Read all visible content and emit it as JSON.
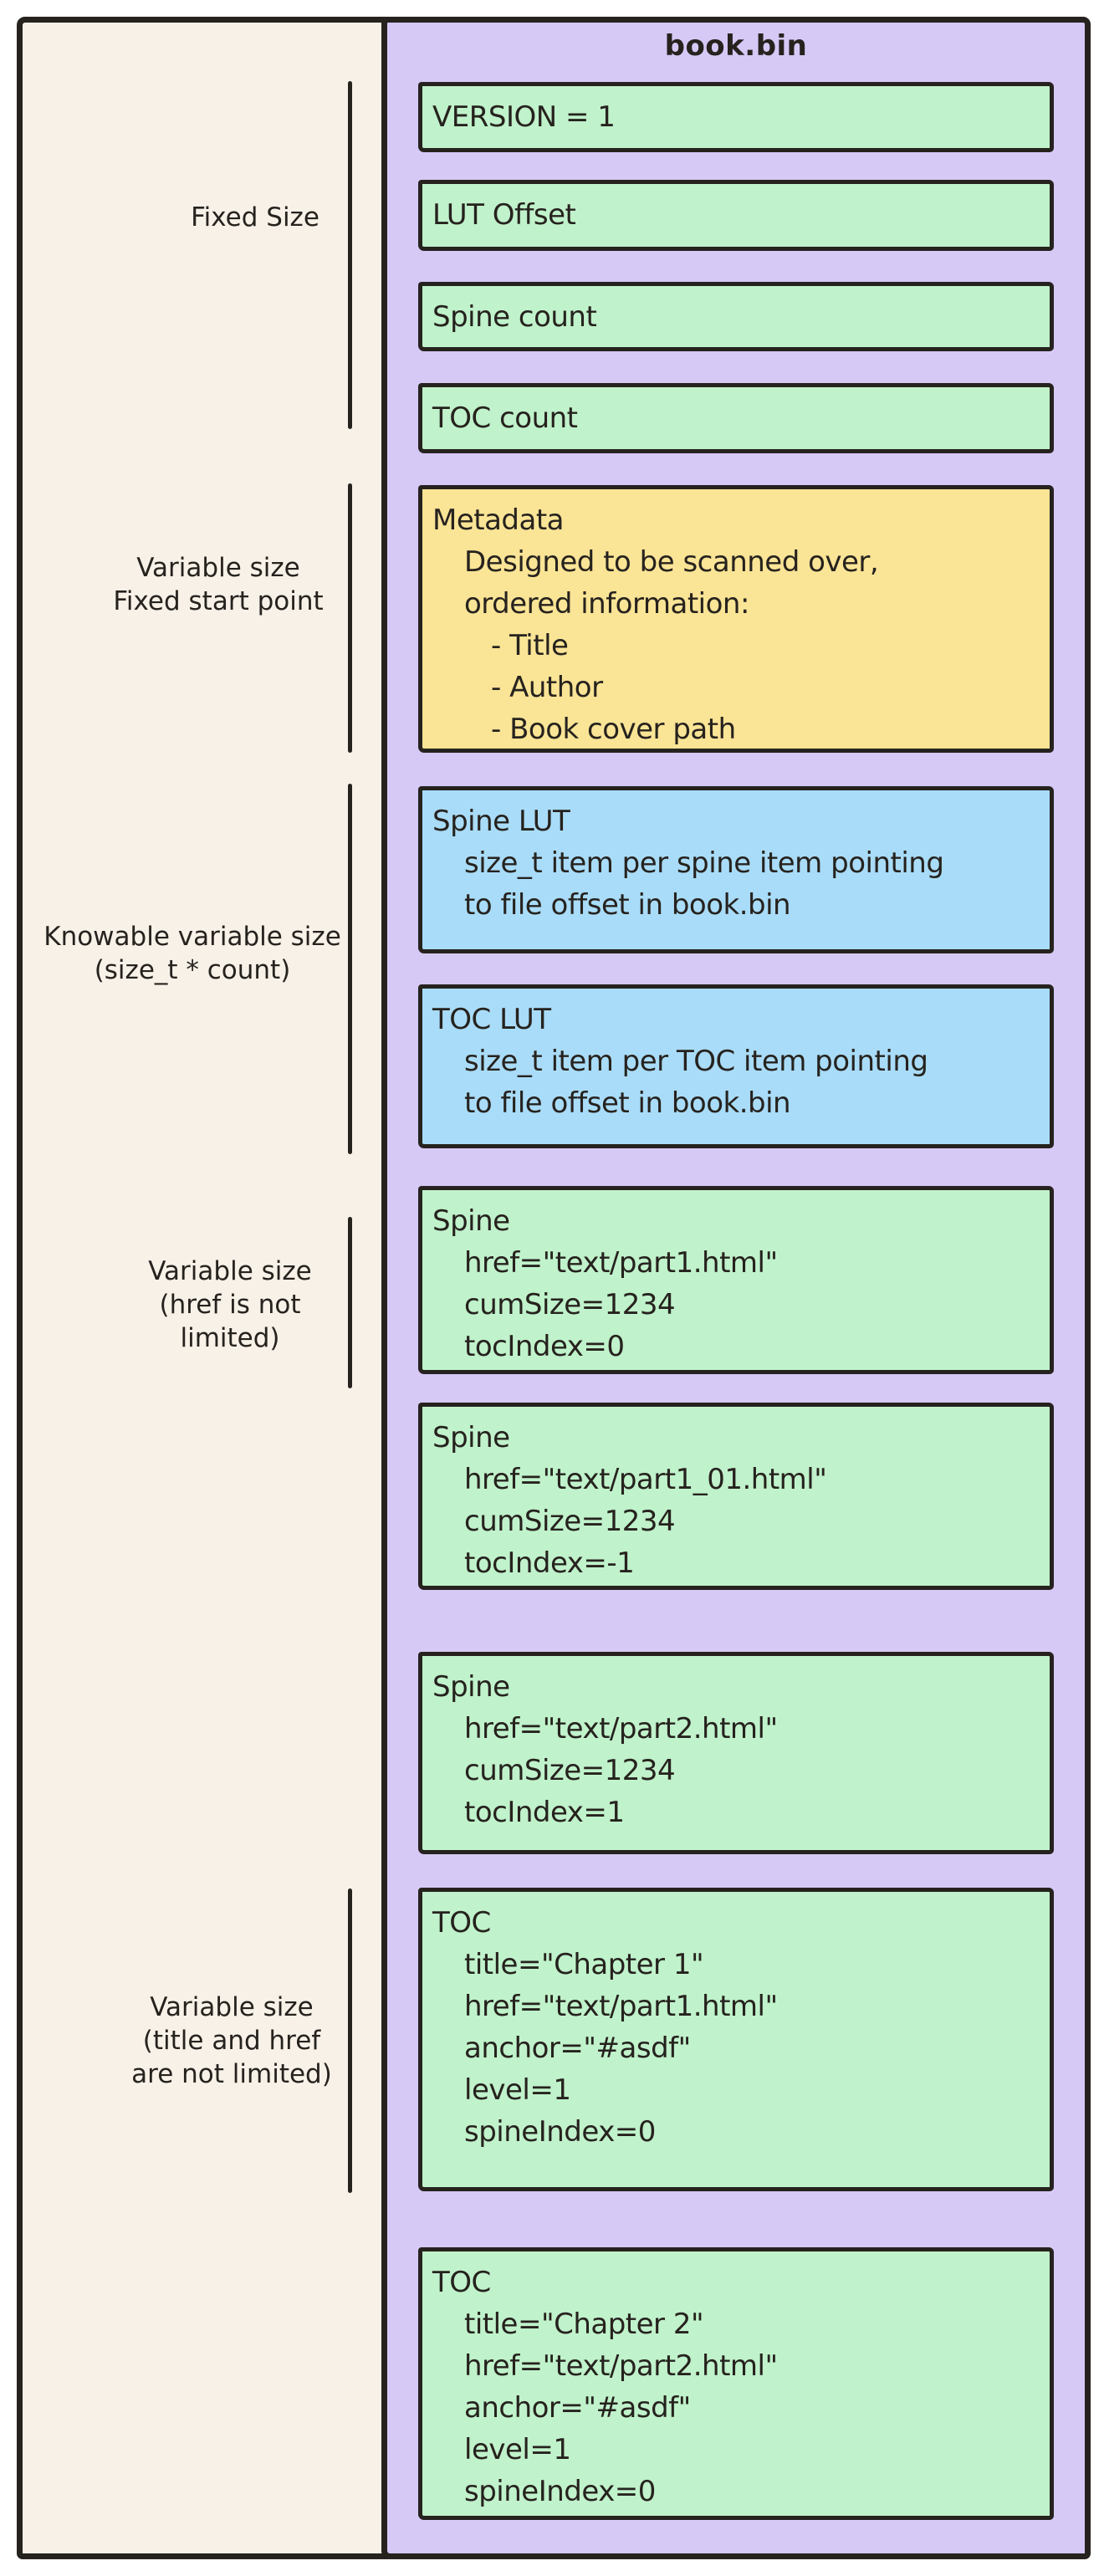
{
  "title": "book.bin",
  "left_labels": [
    {
      "text": "Fixed Size"
    },
    {
      "text": "Variable size\nFixed start point"
    },
    {
      "text": "Knowable variable size\n(size_t * count)"
    },
    {
      "text": "Variable size\n(href is not\nlimited)"
    },
    {
      "text": "Variable size\n(title and href\nare not limited)"
    }
  ],
  "boxes": [
    {
      "variant": "green",
      "lines": [
        "VERSION = 1"
      ]
    },
    {
      "variant": "green",
      "lines": [
        "LUT Offset"
      ]
    },
    {
      "variant": "green",
      "lines": [
        "Spine count"
      ]
    },
    {
      "variant": "green",
      "lines": [
        "TOC count"
      ]
    },
    {
      "variant": "yellow",
      "lines": [
        "Metadata",
        "Designed to be scanned over,",
        "ordered information:",
        "- Title",
        "- Author",
        "- Book cover path"
      ]
    },
    {
      "variant": "blue",
      "lines": [
        "Spine LUT",
        "size_t item per spine item pointing",
        "to file offset in book.bin"
      ]
    },
    {
      "variant": "blue",
      "lines": [
        "TOC LUT",
        "size_t item per TOC item pointing",
        "to file offset in book.bin"
      ]
    },
    {
      "variant": "green",
      "lines": [
        "Spine",
        "href=\"text/part1.html\"",
        "cumSize=1234",
        "tocIndex=0"
      ]
    },
    {
      "variant": "green",
      "lines": [
        "Spine",
        "href=\"text/part1_01.html\"",
        "cumSize=1234",
        "tocIndex=-1"
      ]
    },
    {
      "variant": "green",
      "lines": [
        "Spine",
        "href=\"text/part2.html\"",
        "cumSize=1234",
        "tocIndex=1"
      ]
    },
    {
      "variant": "green",
      "lines": [
        "TOC",
        "title=\"Chapter 1\"",
        "href=\"text/part1.html\"",
        "anchor=\"#asdf\"",
        "level=1",
        "spineIndex=0"
      ]
    },
    {
      "variant": "green",
      "lines": [
        "TOC",
        "title=\"Chapter 2\"",
        "href=\"text/part2.html\"",
        "anchor=\"#asdf\"",
        "level=1",
        "spineIndex=0"
      ]
    }
  ],
  "colors": {
    "background_cream": "#f7f1e8",
    "container_purple": "#d6c9f6",
    "field_green": "#c0f2cb",
    "metadata_yellow": "#fae496",
    "lut_blue": "#a9dcf8",
    "stroke": "#26221e"
  }
}
